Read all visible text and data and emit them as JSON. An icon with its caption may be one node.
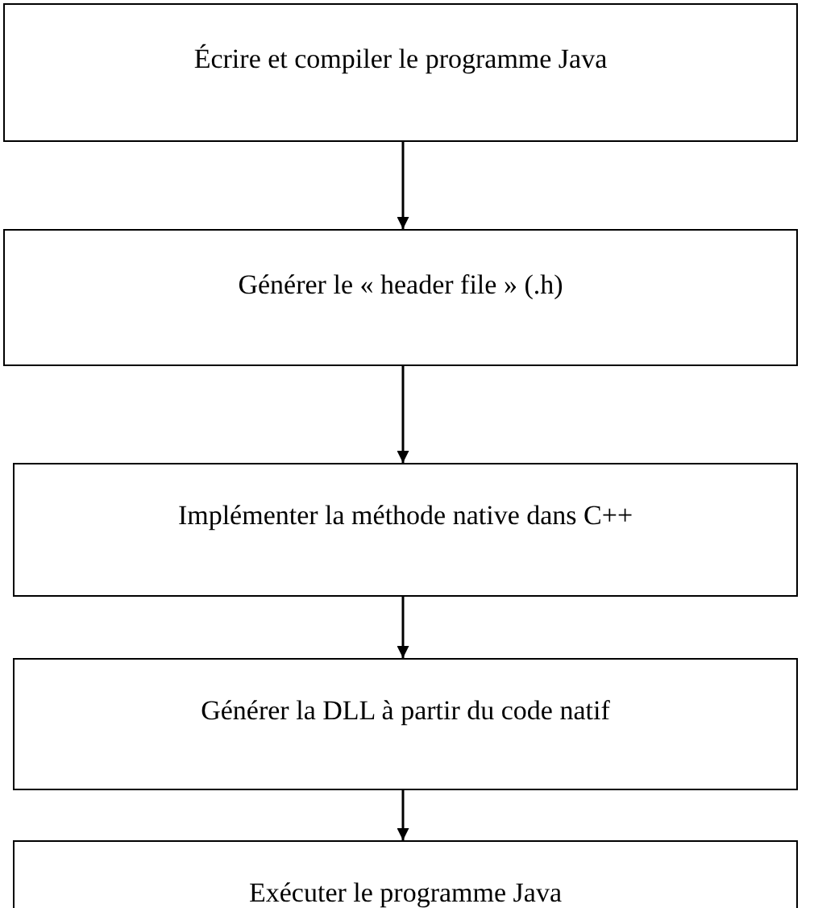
{
  "diagram": {
    "nodes": [
      {
        "text": [
          "Écrire et compiler le programme Java"
        ]
      },
      {
        "text": [
          "Générer le « header file » (.h)"
        ]
      },
      {
        "text": [
          "Implémenter la méthode native dans C++"
        ]
      },
      {
        "text": [
          "Générer la DLL à partir du code natif"
        ]
      },
      {
        "text": [
          "Exécuter le programme Java"
        ]
      }
    ],
    "edges": [
      {
        "from": 0,
        "to": 1,
        "arrow": "to"
      },
      {
        "from": 1,
        "to": 2,
        "arrow": "to"
      },
      {
        "from": 2,
        "to": 3,
        "arrow": "to"
      },
      {
        "from": 3,
        "to": 4,
        "arrow": "to"
      }
    ]
  }
}
